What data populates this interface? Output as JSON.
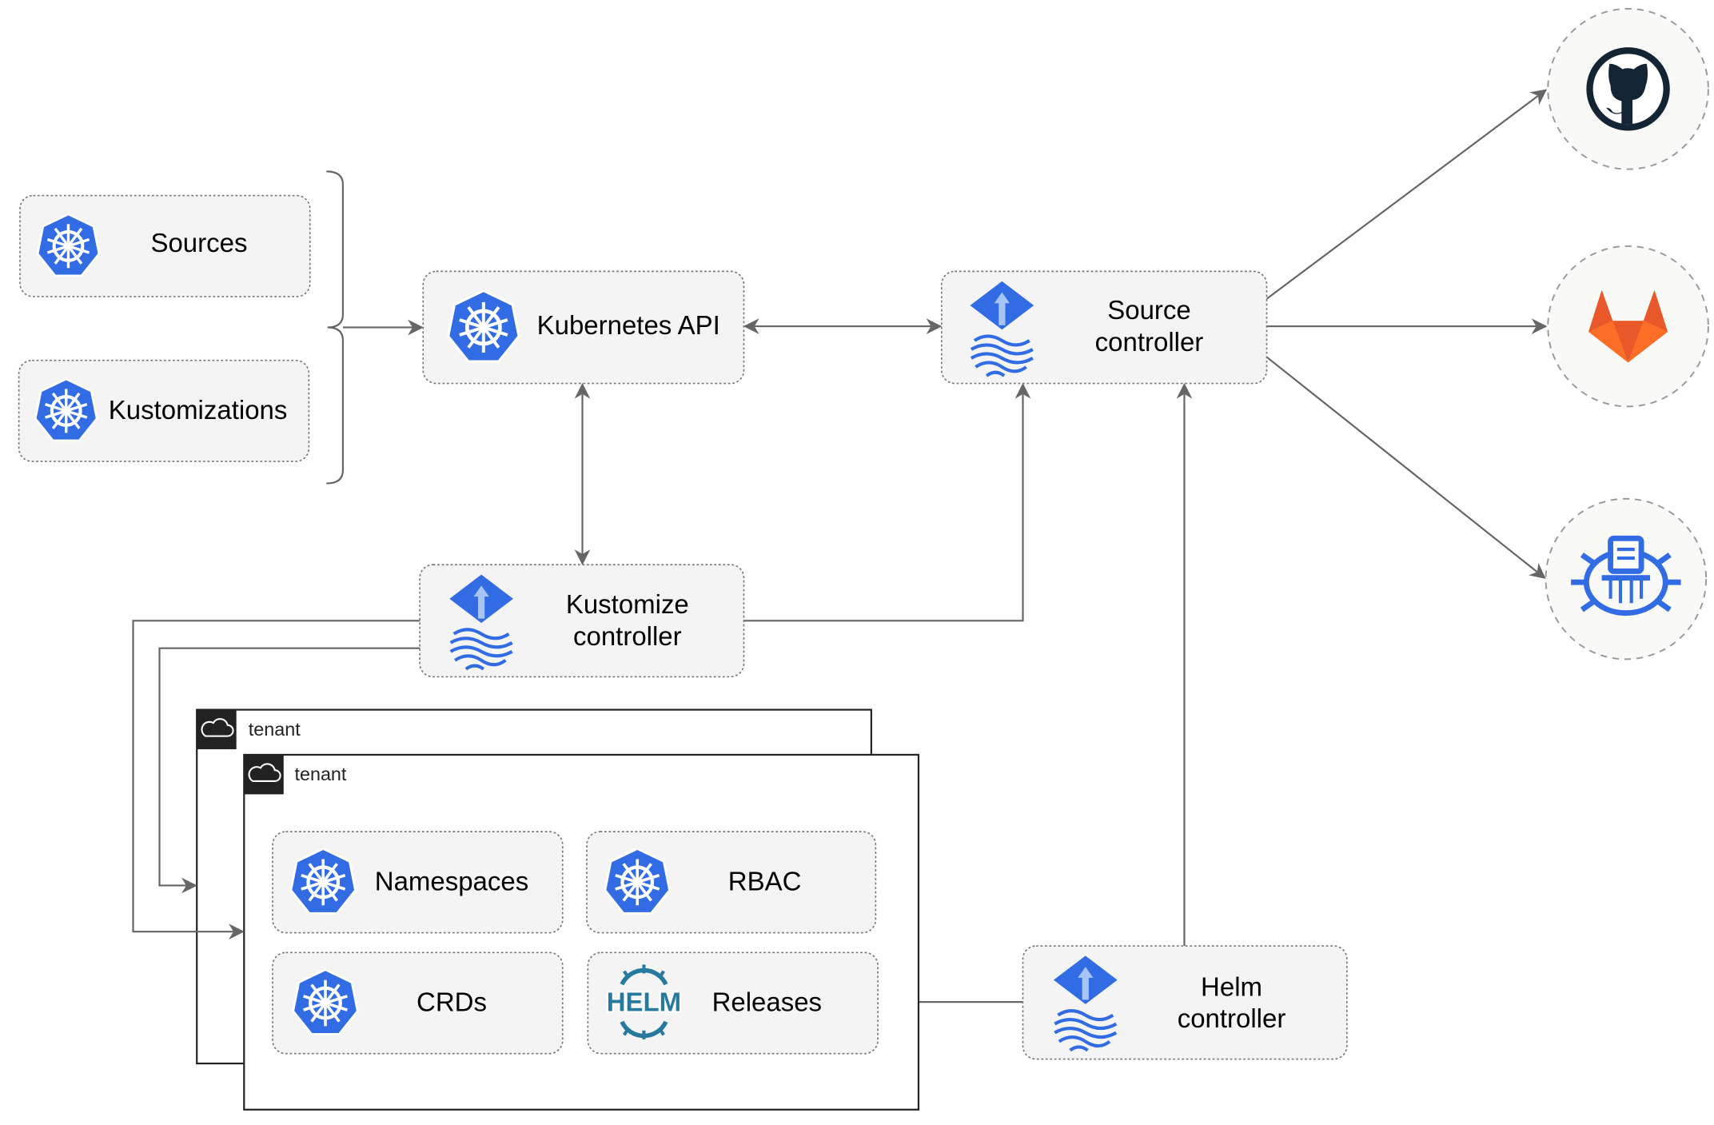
{
  "nodes": {
    "sources": "Sources",
    "kustomizations": "Kustomizations",
    "kubernetes_api": "Kubernetes API",
    "source_controller": [
      "Source",
      "controller"
    ],
    "kustomize_controller": [
      "Kustomize",
      "controller"
    ],
    "helm_controller": [
      "Helm",
      "controller"
    ],
    "namespaces": "Namespaces",
    "rbac": "RBAC",
    "crds": "CRDs",
    "releases": "Releases"
  },
  "tenants": [
    "tenant",
    "tenant"
  ],
  "helm_logo_text": "HELM",
  "external_icons": [
    "github-icon",
    "gitlab-icon",
    "bucket-icon"
  ],
  "colors": {
    "k8s_blue": "#326ce5",
    "edge": "#666666",
    "gitlab_orange": "#e9582a",
    "github_dark": "#132434"
  }
}
